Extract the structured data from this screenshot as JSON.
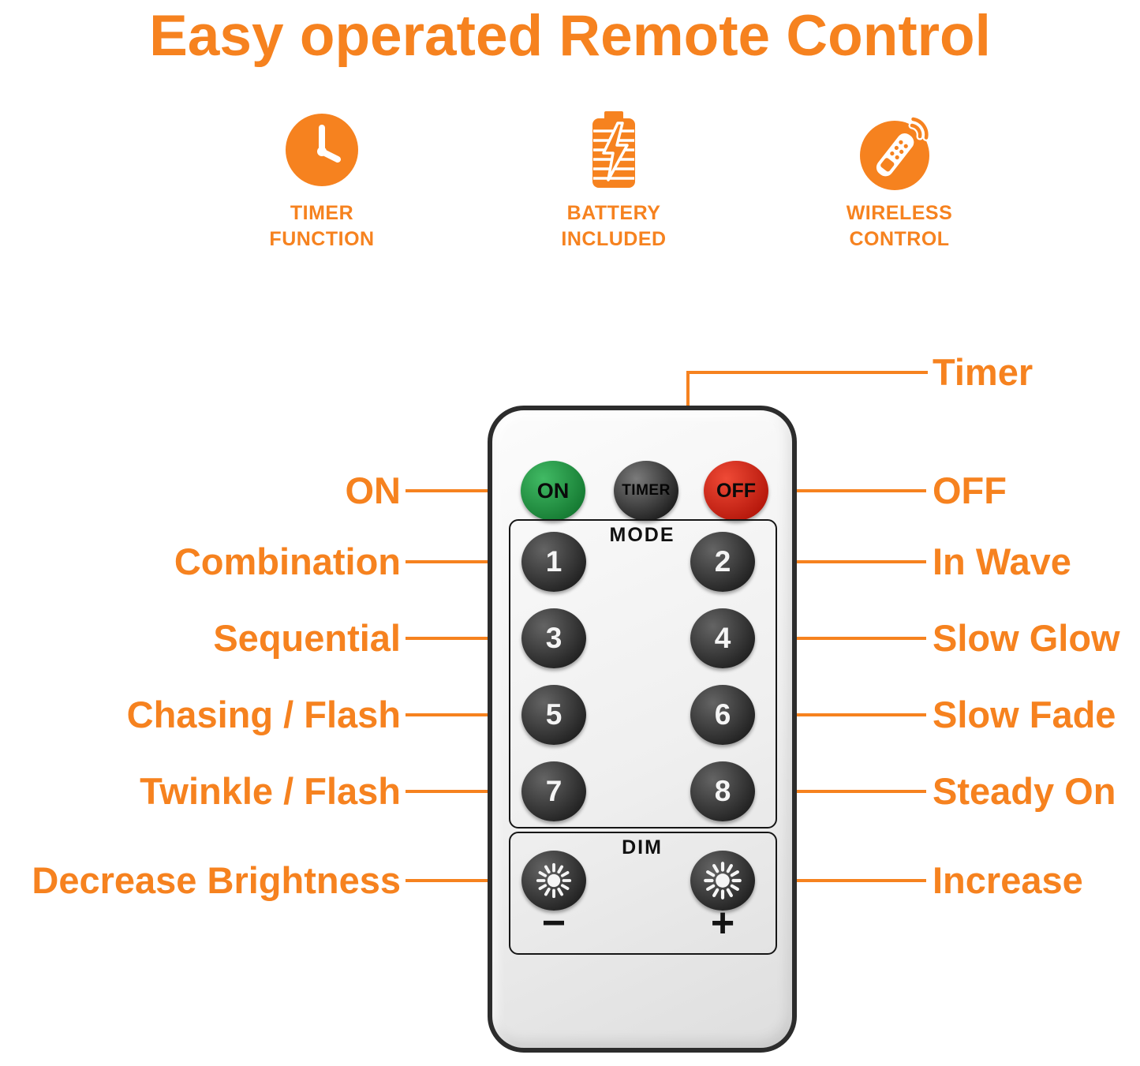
{
  "title": "Easy operated Remote Control",
  "colors": {
    "orange": "#F6821F",
    "green": "#2EA24D",
    "red": "#DF2318",
    "button_dark": "#2F2F2F"
  },
  "features": [
    {
      "icon": "clock-icon",
      "label": "TIMER\nFUNCTION"
    },
    {
      "icon": "battery-icon",
      "label": "BATTERY\nINCLUDED"
    },
    {
      "icon": "remote-icon",
      "label": "WIRELESS\nCONTROL"
    }
  ],
  "remote": {
    "power_buttons": {
      "on": "ON",
      "timer": "TIMER",
      "off": "OFF"
    },
    "mode_label": "MODE",
    "mode_buttons": [
      "1",
      "2",
      "3",
      "4",
      "5",
      "6",
      "7",
      "8"
    ],
    "dim_label": "DIM",
    "decrease_symbol": "−",
    "increase_symbol": "+",
    "sun_icon": "sun-icon"
  },
  "callouts": {
    "left": [
      {
        "label": "ON"
      },
      {
        "label": "Combination"
      },
      {
        "label": "Sequential"
      },
      {
        "label": "Chasing / Flash"
      },
      {
        "label": "Twinkle / Flash"
      },
      {
        "label": "Decrease Brightness"
      }
    ],
    "right": [
      {
        "label": "Timer"
      },
      {
        "label": "OFF"
      },
      {
        "label": "In Wave"
      },
      {
        "label": "Slow Glow"
      },
      {
        "label": "Slow Fade"
      },
      {
        "label": "Steady On"
      },
      {
        "label": "Increase"
      }
    ]
  }
}
